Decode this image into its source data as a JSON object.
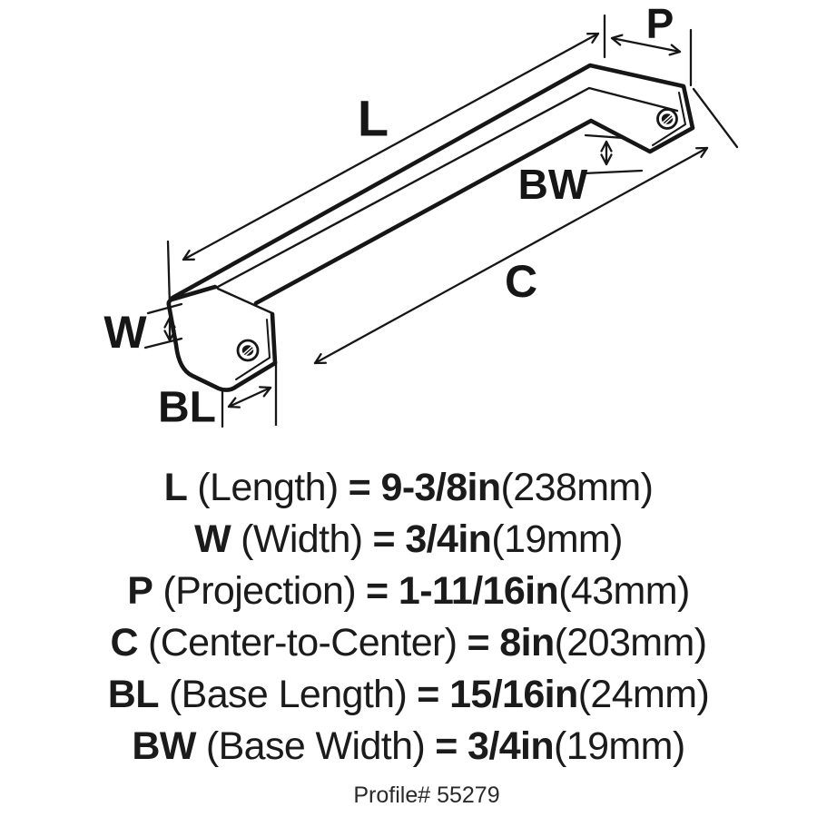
{
  "figure": {
    "dim_labels": {
      "L": "L",
      "P": "P",
      "BW": "BW",
      "C": "C",
      "W": "W",
      "BL": "BL"
    }
  },
  "specs": [
    {
      "label": "L",
      "desc": "(Length)",
      "eq_value": "= 9-3/8in",
      "metric": "(238mm)"
    },
    {
      "label": "W",
      "desc": "(Width)",
      "eq_value": "= 3/4in",
      "metric": "(19mm)"
    },
    {
      "label": "P",
      "desc": "(Projection)",
      "eq_value": "= 1-11/16in",
      "metric": "(43mm)"
    },
    {
      "label": "C",
      "desc": "(Center-to-Center)",
      "eq_value": "= 8in",
      "metric": "(203mm)"
    },
    {
      "label": "BL",
      "desc": "(Base Length)",
      "eq_value": "= 15/16in",
      "metric": "(24mm)"
    },
    {
      "label": "BW",
      "desc": "(Base Width)",
      "eq_value": "= 3/4in",
      "metric": "(19mm)"
    }
  ],
  "footer": {
    "profile_number": "Profile# 55279"
  },
  "colors": {
    "ink": "#161616",
    "background": "#ffffff"
  }
}
